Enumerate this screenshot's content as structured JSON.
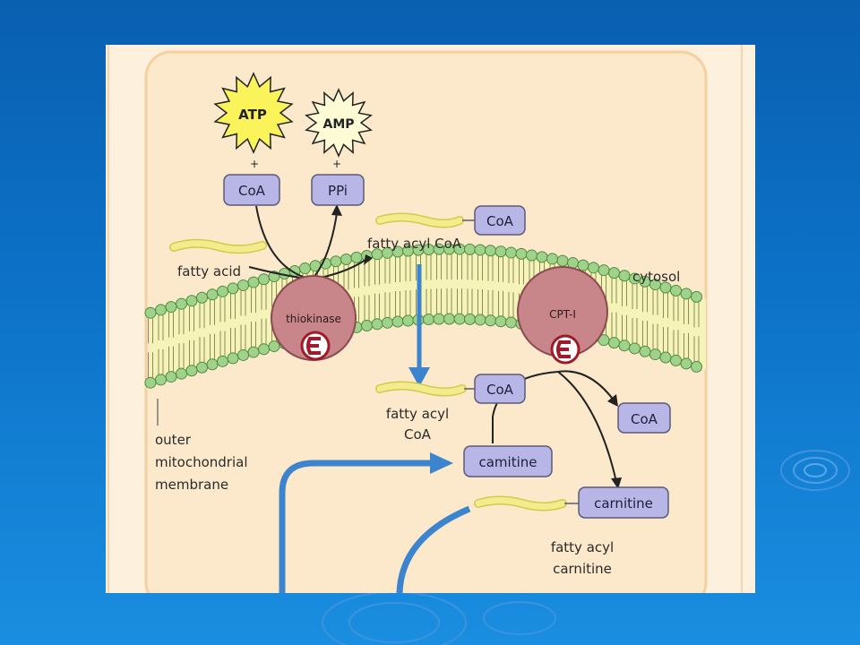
{
  "labels": {
    "atp": "ATP",
    "amp": "AMP",
    "plus1": "+",
    "plus2": "+",
    "coa_top": "CoA",
    "ppi": "PPi",
    "fatty_acid": "fatty acid",
    "coa_right_top": "CoA",
    "fatty_acyl_coa_top": "fatty acyl CoA",
    "cytosol": "cytosol",
    "thiokinase": "thiokinase",
    "cpt1": "CPT-I",
    "coa_mid": "CoA",
    "fatty_acyl_line1": "fatty acyl",
    "fatty_acyl_line2": "CoA",
    "coa_released": "CoA",
    "carnitine_in": "camitine",
    "carnitine_out": "carnitine",
    "fatty_acyl_carnitine_line1": "fatty acyl",
    "fatty_acyl_carnitine_line2": "carnitine",
    "outer_membrane_line1": "outer",
    "outer_membrane_line2": "mitochondrial",
    "outer_membrane_line3": "membrane"
  },
  "colors": {
    "background_blue": "#0c72c8",
    "panel": "#fce9cc",
    "panel_border": "#f6cfa0",
    "box_fill": "#b8b6e6",
    "box_stroke": "#5a5a7a",
    "enzyme_fill": "#c9868a",
    "enzyme_stroke": "#8a4a50",
    "lipid_head": "#9fd28a",
    "lipid_tail": "#f6f3b8",
    "fatty_chain": "#f3ec8e",
    "blue_arrow": "#3d84cf",
    "atp_fill": "#fbf35a",
    "amp_fill": "#fdfbd6"
  }
}
